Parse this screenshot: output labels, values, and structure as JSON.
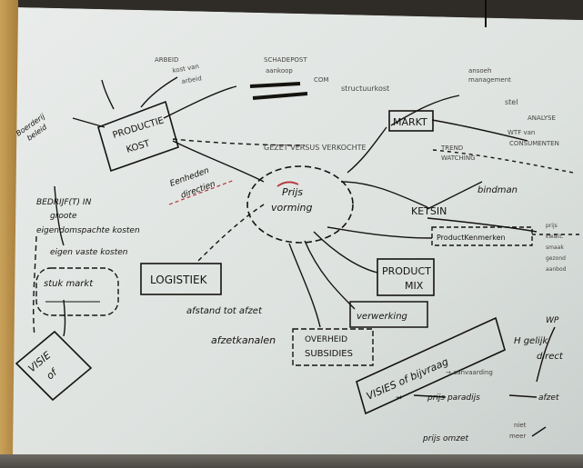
{
  "photo": {
    "subject": "",
    "labels": {
      "center": "Prijs\nvorming",
      "productie_kost": "PRODUCTIE\nKOST",
      "markt": "MARKT",
      "ketsin": "KETSIN",
      "bindman": "bindman",
      "logistiek": "LOGISTIEK",
      "afstand": "afstand tot afzet",
      "afzetkanalen": "afzetkanalen",
      "product_mix": "PRODUCT\nMIX",
      "verwerking": "verwerking",
      "subsidies": "SUBSIDIES",
      "visies": "VISIES of bijvraag",
      "visie_of": "VISIE\nof",
      "bedrijf": "BEDRIJF(T) IN\ngroote\neigendomspachte kosten",
      "stuk_markt": "stuk markt",
      "eenheden": "Eenheden\ndirectien",
      "boerderij": "Boerderij\nbeleid",
      "productkenmerken": "ProductKenmerken",
      "gezet_vast": "gezet versus verkochte",
      "structuurkost": "structuurkost",
      "ansoeh": "ansoeh\nmanagement",
      "analyse": "ANALYSE\nwtf van\nCONSUMENTEN",
      "wp": "WP",
      "gezlijk": "H gelijk\ndirect",
      "prijs_paradijs": "prijs paradijs",
      "prijs_omzet": "prijs omzet",
      "afzet": "afzet"
    },
    "colors": {
      "paper": "#dfe4e2",
      "ink": "#15130f",
      "red_accent": "#b8333b",
      "wood": "#b48a45"
    }
  }
}
